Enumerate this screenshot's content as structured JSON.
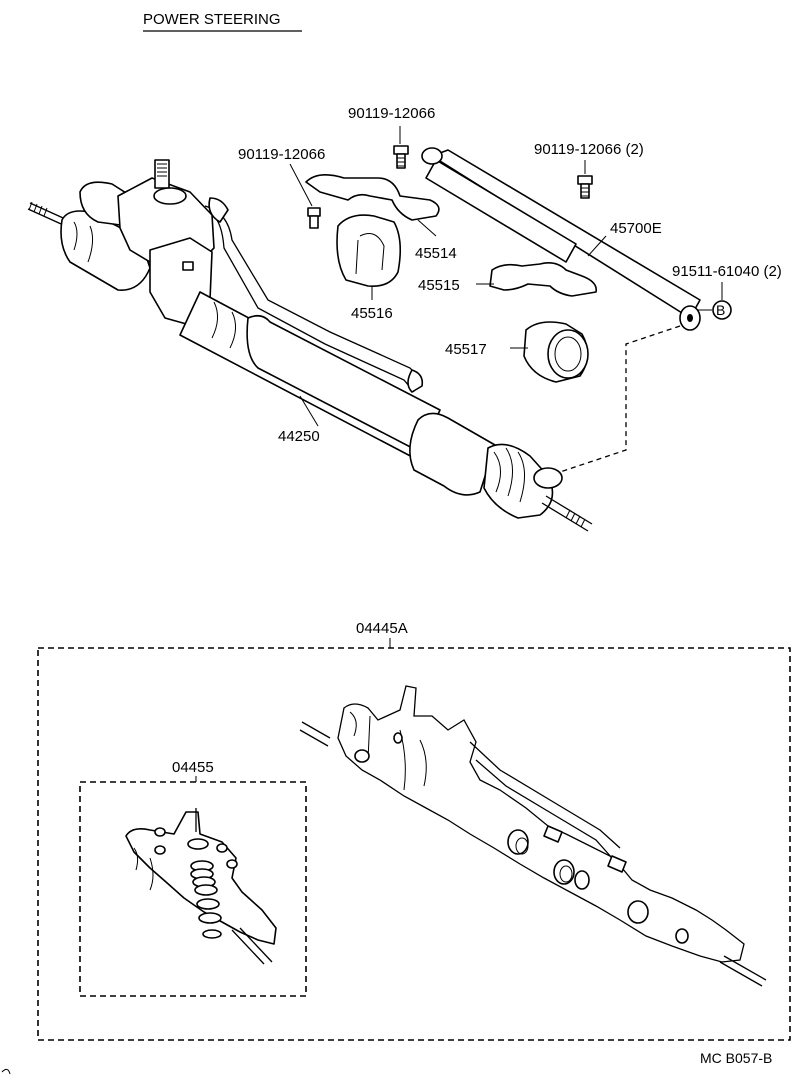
{
  "title": "POWER STEERING",
  "parts": {
    "bolt_a": "90119-12066",
    "bolt_b": "90119-12066",
    "bolt_c": "90119-12066 (2)",
    "p45700": "45700E",
    "p91511": "91511-61040 (2)",
    "marker": "B",
    "p45514": "45514",
    "p45515": "45515",
    "p45516": "45516",
    "p45517": "45517",
    "p44250": "44250",
    "kit_main": "04445A",
    "kit_sub": "04455"
  },
  "figure_code": "MC B057-B"
}
